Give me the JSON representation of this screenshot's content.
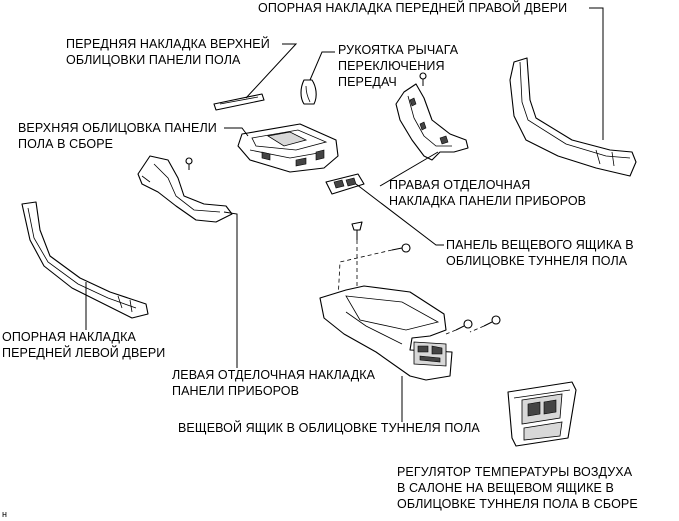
{
  "labels": {
    "front_right_door_scuff": "ОПОРНАЯ НАКЛАДКА ПЕРЕДНЕЙ ПРАВОЙ ДВЕРИ",
    "upper_console_front_trim": [
      "ПЕРЕДНЯЯ НАКЛАДКА ВЕРХНЕЙ",
      "ОБЛИЦОВКИ ПАНЕЛИ ПОЛА"
    ],
    "shift_lever_knob": [
      "РУКОЯТКА РЫЧАГА",
      "ПЕРЕКЛЮЧЕНИЯ",
      "ПЕРЕДАЧ"
    ],
    "upper_console_panel_assy": [
      "ВЕРХНЯЯ ОБЛИЦОВКА ПАНЕЛИ",
      "ПОЛА В СБОРЕ"
    ],
    "right_instrument_side_trim": [
      "ПРАВАЯ ОТДЕЛОЧНАЯ",
      "НАКЛАДКА ПАНЕЛИ ПРИБОРОВ"
    ],
    "console_box_panel": [
      "ПАНЕЛЬ ВЕЩЕВОГО ЯЩИКА В",
      "ОБЛИЦОВКЕ ТУННЕЛЯ ПОЛА"
    ],
    "front_left_door_scuff": [
      "ОПОРНАЯ НАКЛАДКА",
      "ПЕРЕДНЕЙ ЛЕВОЙ ДВЕРИ"
    ],
    "left_instrument_side_trim": [
      "ЛЕВАЯ ОТДЕЛОЧНАЯ НАКЛАДКА",
      "ПАНЕЛИ ПРИБОРОВ"
    ],
    "console_box": "ВЕЩЕВОЙ ЯЩИК В ОБЛИЦОВКЕ ТУННЕЛЯ ПОЛА",
    "rear_air_control_assy": [
      "РЕГУЛЯТОР ТЕМПЕРАТУРЫ ВОЗДУХА",
      "В САЛОНЕ НА ВЕЩЕВОМ ЯЩИКЕ В",
      "ОБЛИЦОВКЕ ТУННЕЛЯ ПОЛА В СБОРЕ"
    ]
  },
  "corner_mark": "н"
}
